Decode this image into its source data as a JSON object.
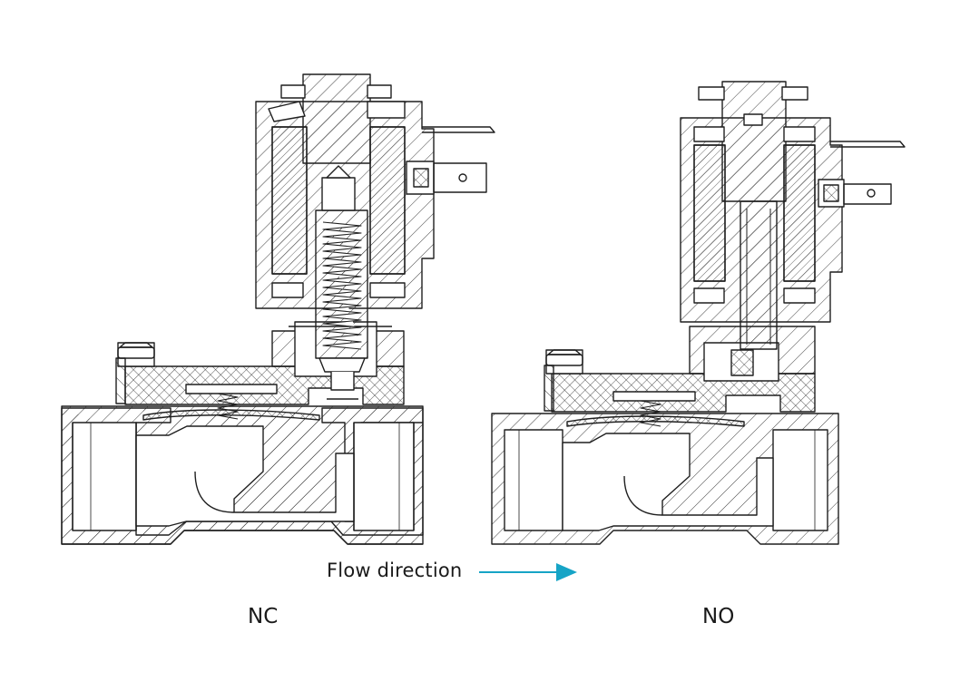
{
  "labels": {
    "flow": "Flow direction",
    "nc": "NC",
    "no": "NO"
  },
  "colors": {
    "line": "#1f1f1f",
    "arrow": "#16a4c6",
    "background": "#ffffff"
  }
}
